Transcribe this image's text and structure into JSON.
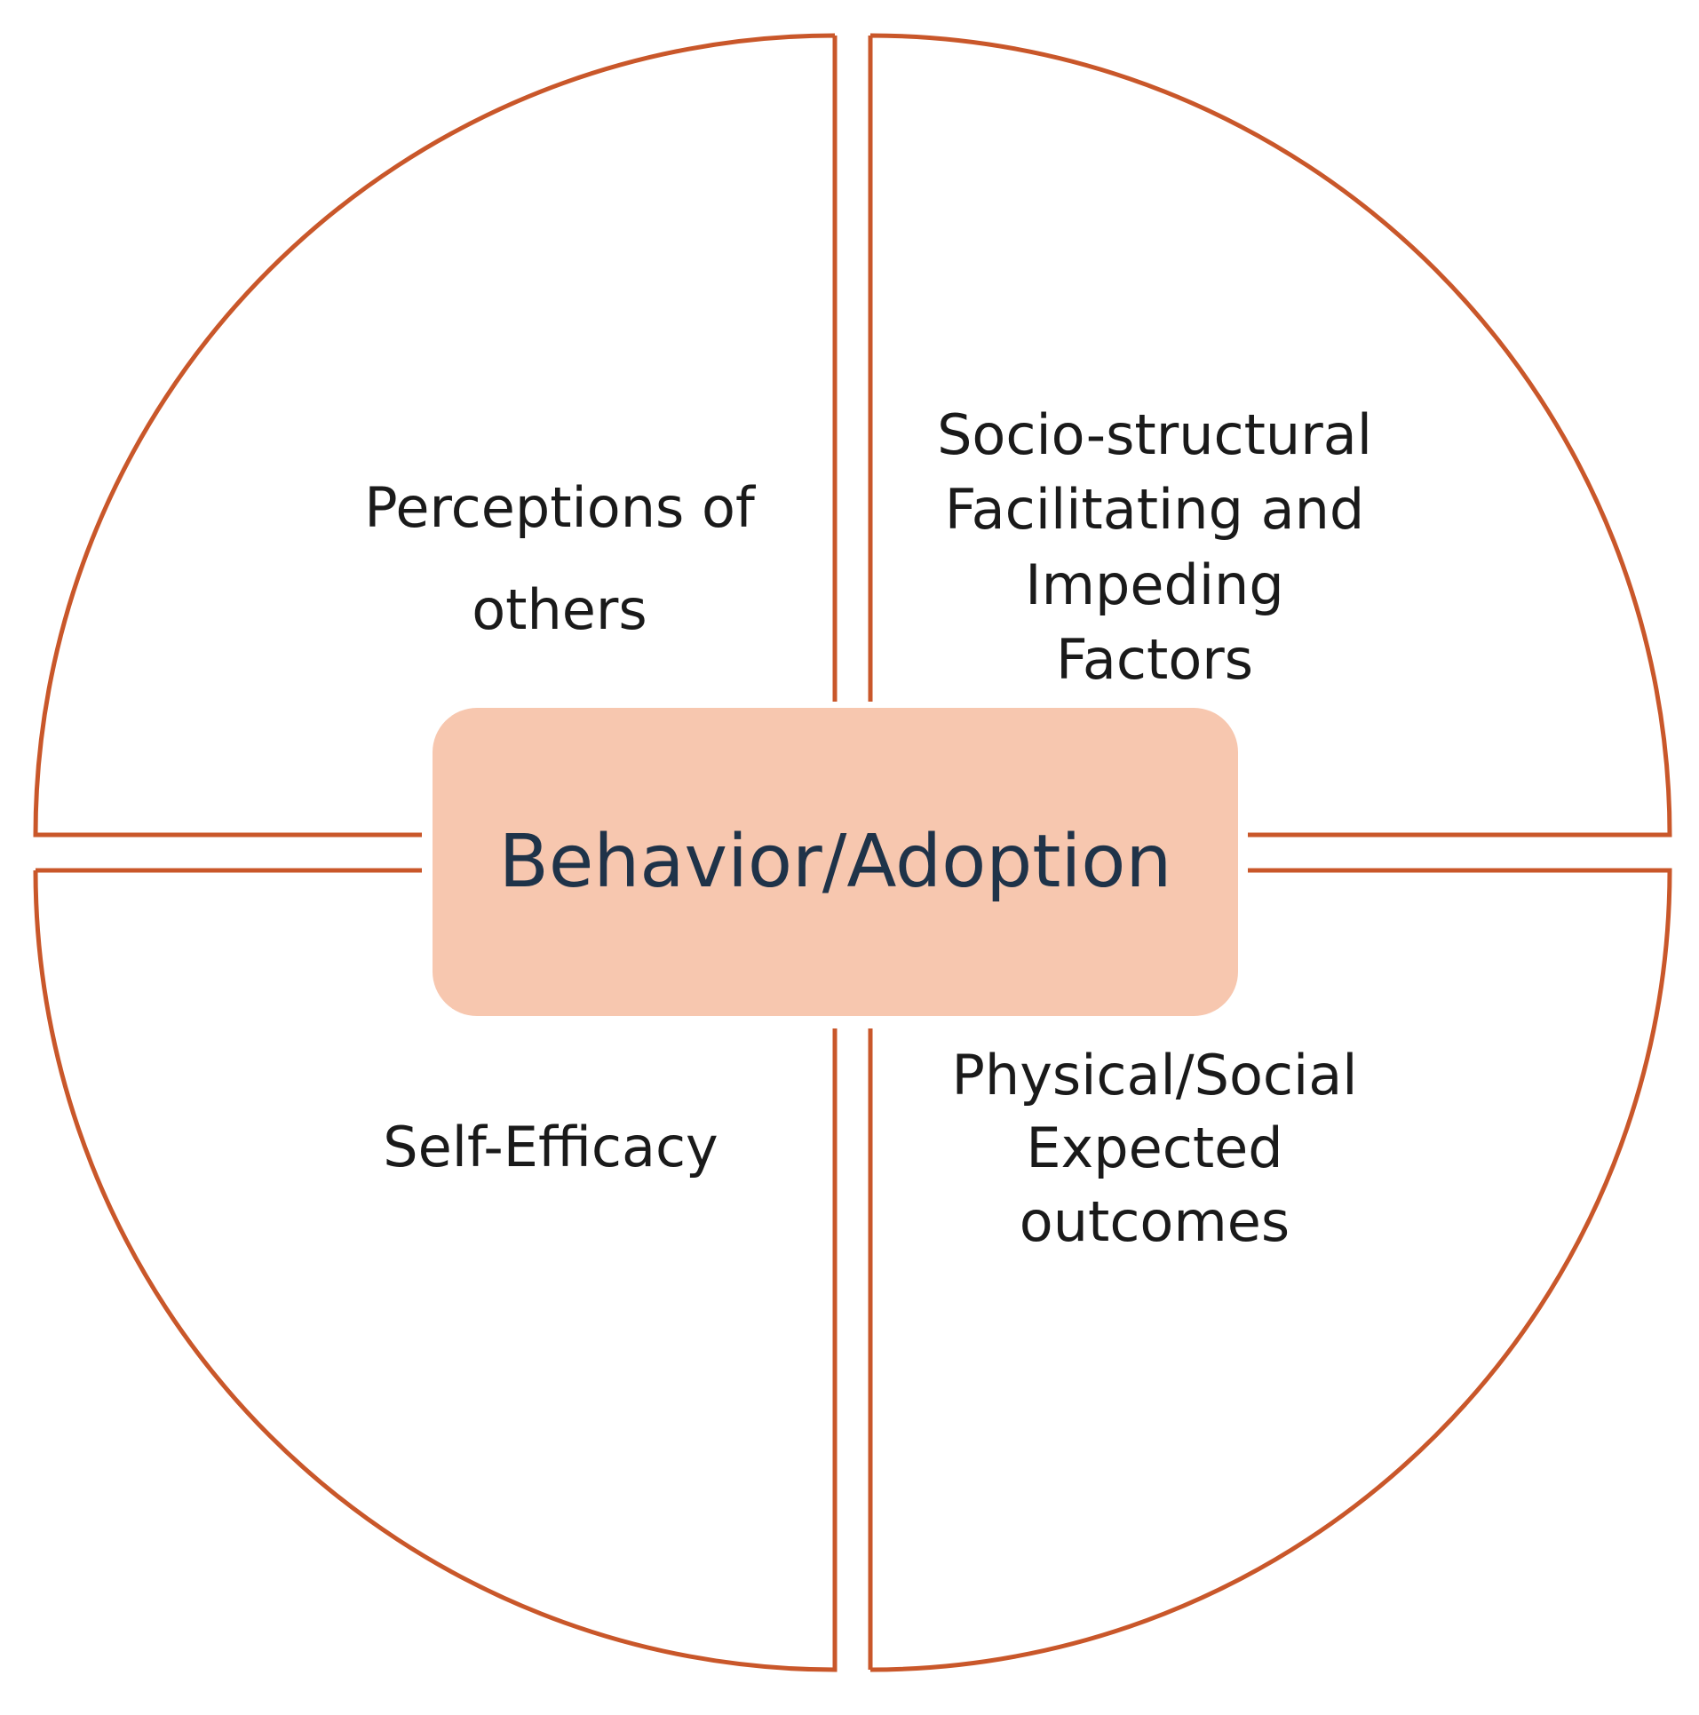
{
  "colors": {
    "outline": "#c9572a",
    "center_fill": "#f7c7af",
    "center_text": "#1f3349",
    "label_text": "#1a1a1a"
  },
  "center": {
    "label": "Behavior/Adoption"
  },
  "quadrants": {
    "top_left": {
      "label": "Perceptions of\nothers"
    },
    "top_right": {
      "label": "Socio-structural\nFacilitating and\nImpeding\nFactors"
    },
    "bottom_left": {
      "label": "Self-Efficacy"
    },
    "bottom_right": {
      "label": "Physical/Social\nExpected\noutcomes"
    }
  }
}
